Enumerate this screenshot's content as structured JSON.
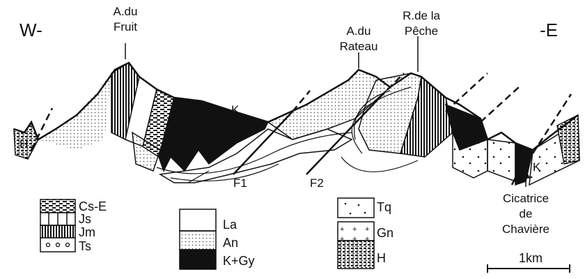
{
  "orientation": {
    "west": "W-",
    "east": "-E"
  },
  "summits": {
    "fruit": [
      "A.du",
      "Fruit"
    ],
    "rateau": [
      "A.du",
      "Rateau"
    ],
    "peche": [
      "R.de la",
      "Pêche"
    ]
  },
  "section_labels": {
    "h": "H",
    "k_center": "K",
    "k_east": "K",
    "f1": "F1",
    "f2": "F2",
    "cicatrice": [
      "Cicatrice",
      "de",
      "Chavière"
    ]
  },
  "legend": {
    "col1": [
      "Cs-E",
      "Js",
      "Jm",
      "Ts"
    ],
    "col2": [
      "La",
      "An",
      "K+Gy"
    ],
    "col3": [
      "Tq",
      "Gn",
      "H"
    ]
  },
  "scale": {
    "label": "1km"
  }
}
